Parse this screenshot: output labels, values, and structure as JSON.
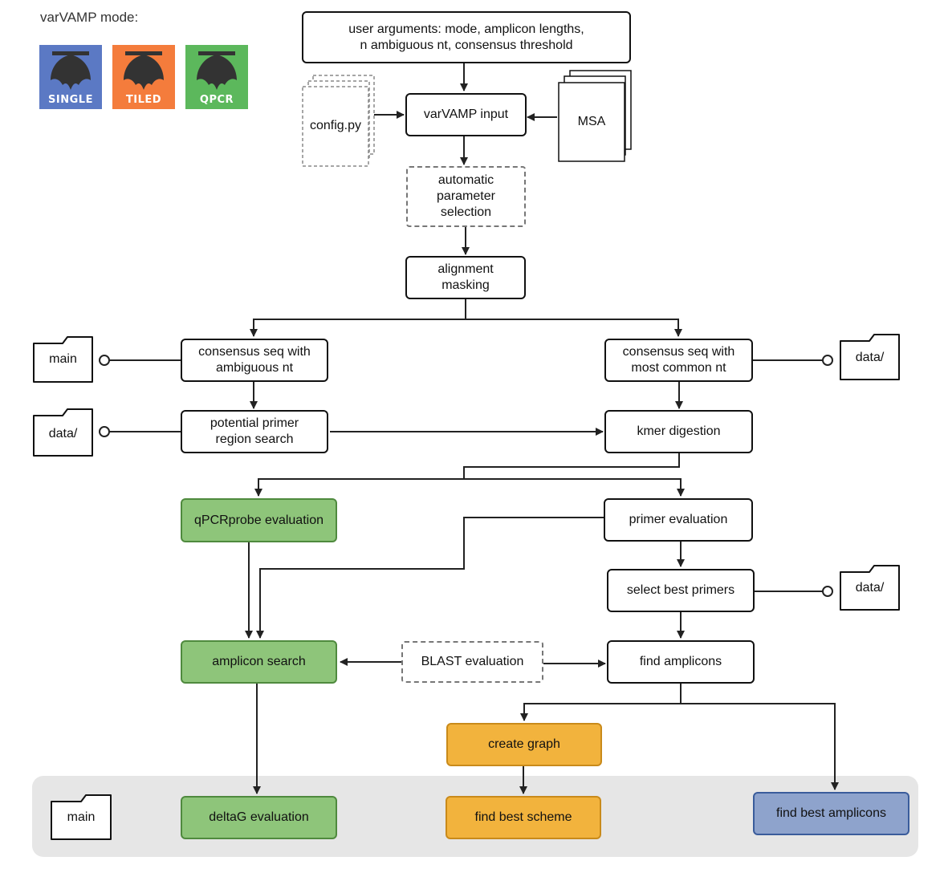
{
  "mode_title": "varVAMP mode:",
  "modes": [
    {
      "label": "SINGLE",
      "color": "#5b79c4"
    },
    {
      "label": "TILED",
      "color": "#f47c3c"
    },
    {
      "label": "QPCR",
      "color": "#5cb85c"
    }
  ],
  "nodes": {
    "user_args_line1": "user arguments: mode, amplicon lengths,",
    "user_args_line2": "n ambiguous nt, consensus threshold",
    "config": "config.py",
    "varvamp_input": "varVAMP input",
    "msa": "MSA",
    "auto_param_line1": "automatic",
    "auto_param_line2": "parameter",
    "auto_param_line3": "selection",
    "alignment_line1": "alignment",
    "alignment_line2": "masking",
    "consensus_ambig_line1": "consensus seq with",
    "consensus_ambig_line2": "ambiguous nt",
    "consensus_common_line1": "consensus seq with",
    "consensus_common_line2": "most common nt",
    "primer_region_line1": "potential primer",
    "primer_region_line2": "region search",
    "kmer": "kmer digestion",
    "qpcr_probe": "qPCRprobe evaluation",
    "primer_eval": "primer evaluation",
    "select_primers": "select best primers",
    "amplicon_search": "amplicon search",
    "blast": "BLAST evaluation",
    "find_amplicons": "find amplicons",
    "create_graph": "create graph",
    "deltag": "deltaG evaluation",
    "best_scheme": "find best scheme",
    "best_amplicons": "find best amplicons"
  },
  "folders": {
    "main_top": "main",
    "data_left": "data/",
    "data_right_top": "data/",
    "data_right_mid": "data/",
    "main_bottom": "main"
  },
  "colors": {
    "green": "#8ec57a",
    "orange": "#f2b33d",
    "blue": "#8ea3cc",
    "output_panel": "#e6e6e6"
  }
}
